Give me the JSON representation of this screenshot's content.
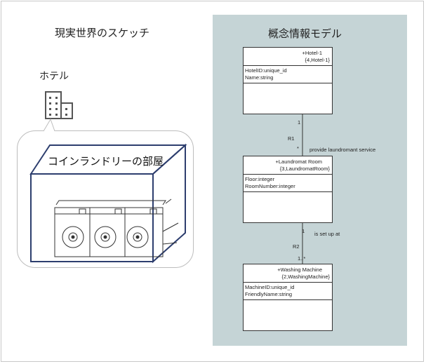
{
  "sketch": {
    "title": "現実世界のスケッチ",
    "hotel_label": "ホテル",
    "room_label": "コインランドリーの部屋"
  },
  "model": {
    "title": "概念情報モデル",
    "classes": [
      {
        "name": "+Hotel-1",
        "key": "{4,Hotel-1}",
        "attrs": [
          "HotelID:unique_id",
          "Name:string"
        ]
      },
      {
        "name": "+Laundromat Room",
        "key": "{3,LaundromatRoom}",
        "attrs": [
          "Floor:integer",
          "RoomNumber:integer"
        ]
      },
      {
        "name": "+Washing Machine",
        "key": "{2,WashingMachine}",
        "attrs": [
          "MachineID:unique_id",
          "FriendlyName:string"
        ]
      }
    ],
    "relations": [
      {
        "id": "R1",
        "top_mult": "1",
        "bottom_mult": "*",
        "phrase": "provide laundromant service"
      },
      {
        "id": "R2",
        "top_mult": "1",
        "bottom_mult": "1..*",
        "phrase": "is set up at"
      }
    ]
  },
  "colors": {
    "panel": "#c5d4d6",
    "cube_edge": "#2d3e6e"
  }
}
